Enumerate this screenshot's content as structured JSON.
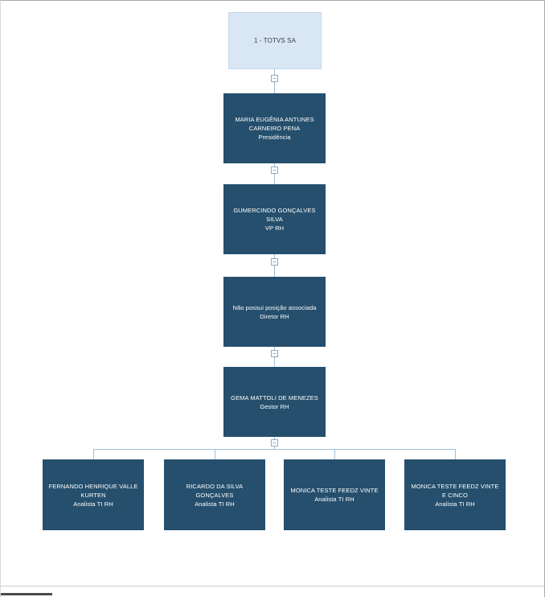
{
  "colors": {
    "node_bg": "#254f6d",
    "node_text": "#ffffff",
    "root_bg": "#d9e7f5",
    "root_text": "#3c3c3c",
    "connector": "#9fc0d8"
  },
  "orgchart": {
    "root": {
      "label": "1 - TOTVS SA"
    },
    "chain": [
      {
        "name": "MARIA EUGÊNIA ANTUNES CARNEIRO PENA",
        "role": "Presidência"
      },
      {
        "name": "GUMERCINDO GONÇALVES SILVA",
        "role": "VP RH"
      },
      {
        "name": "Não possui posição associada",
        "role": "Diretor RH"
      },
      {
        "name": "GEMA MATTOLI DE MENEZES",
        "role": "Gestor RH"
      }
    ],
    "leaves": [
      {
        "name": "FERNANDO HENRIQUE VALLE KURTEN",
        "role": "Analista TI RH"
      },
      {
        "name": "RICARDO DA SILVA GONÇALVES",
        "role": "Analista TI RH"
      },
      {
        "name": "MONICA TESTE FEEDZ VINTE",
        "role": "Analista TI RH"
      },
      {
        "name": "MONICA TESTE FEEDZ VINTE E CINCO",
        "role": "Analista TI RH"
      }
    ],
    "toggle_glyph": "−"
  }
}
